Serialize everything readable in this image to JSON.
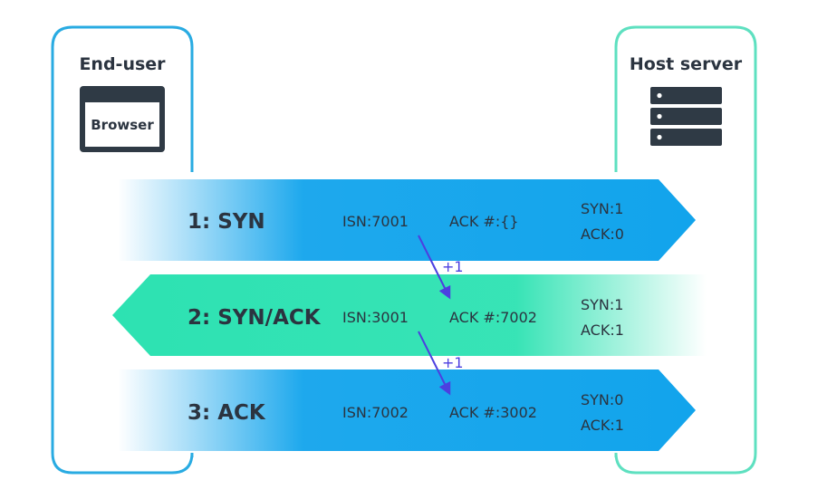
{
  "client": {
    "title": "End-user",
    "browser_label": "Browser"
  },
  "server": {
    "title": "Host server"
  },
  "steps": [
    {
      "label": "1: SYN",
      "isn": "ISN:7001",
      "ack_num": "ACK #:{}",
      "syn_flag": "SYN:1",
      "ack_flag": "ACK:0"
    },
    {
      "label": "2: SYN/ACK",
      "isn": "ISN:3001",
      "ack_num": "ACK #:7002",
      "syn_flag": "SYN:1",
      "ack_flag": "ACK:1"
    },
    {
      "label": "3: ACK",
      "isn": "ISN:7002",
      "ack_num": "ACK #:3002",
      "syn_flag": "SYN:0",
      "ack_flag": "ACK:1"
    }
  ],
  "increments": [
    "+1",
    "+1"
  ],
  "colors": {
    "client_border": "#29abe2",
    "server_border": "#5ee0c0",
    "blue_arrow": "#12a4ec",
    "green_arrow": "#2de2b2",
    "increment_arrow": "#4c3fe0",
    "text_dark": "#2b3440"
  }
}
